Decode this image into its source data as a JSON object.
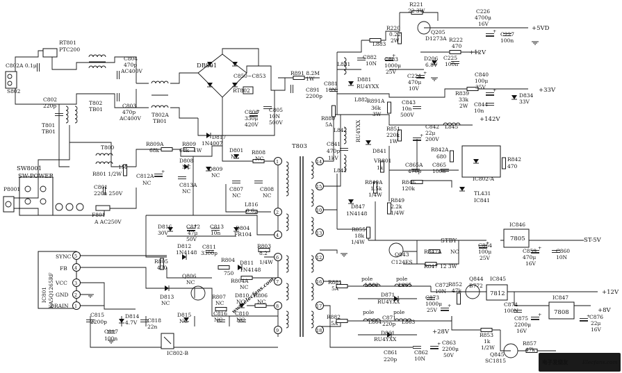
{
  "watermark": "www.elecfans.com",
  "logo": {
    "text": "电子发烧友",
    "sub": "Elecfans.com"
  },
  "colors": {
    "line": "#111111",
    "watermark": "#e2183a",
    "logo_bg": "#1a1a1a"
  },
  "labels": {
    "c802a": "C802A 0.1μ",
    "rt801": "RT801",
    "ptc200": "PTC200",
    "c804": "C804",
    "c804v": "470p",
    "c804r": "AC400V",
    "c803": "C803",
    "c803v": "470p",
    "c803r": "AC400V",
    "t802": "T802",
    "tb01a": "TB01",
    "t802a": "T802A",
    "tb01b": "TB01",
    "db801": "DB801",
    "c850": "C850~C853",
    "r891": "R891 8.2M",
    "r891w": "1W",
    "c891": "C891",
    "c891v": "2200p",
    "rt802": "RT802",
    "c806": "C806",
    "c806v": "330μ",
    "c806r": "420V",
    "c805": "C805",
    "c805v": "10N",
    "c805r": "500V",
    "d817": "D817",
    "d817v": "1N4007",
    "s802": "S802",
    "c802": "C802",
    "c802v": "220p",
    "t801": "T801",
    "tb01c": "TB01",
    "t800": "T800",
    "r809a": "R809A",
    "r809av": "68k",
    "r809": "R809",
    "r809v": "68k",
    "r809w": "1W",
    "d801": "D801",
    "d801v": "NC",
    "r808": "R808",
    "r808v": "NC",
    "d808": "D808",
    "d808v": "NC",
    "d809": "D809",
    "d809v": "NC",
    "sw8001": "SW8001",
    "swpower": "SW-POWER",
    "p8001": "P8001",
    "r801": "R801 1/2W",
    "r801v": "1M",
    "c801": "C801",
    "c801v": "220n 250V",
    "f801": "F801",
    "f801v": "A AC250V",
    "c812a": "C812A",
    "c812av": "NC",
    "c813a": "C813A",
    "c813av": "NC",
    "c807": "C807",
    "c807v": "NC",
    "c808": "C808",
    "c808v": "NC",
    "t803": "T803",
    "l816": "L816",
    "l816v": "0.6μ",
    "d816": "D816",
    "d816v": "30V",
    "c812": "C812",
    "c812v": "47μ",
    "c812r": "50V",
    "c813": "C813",
    "c813v": "10n",
    "d804": "D804",
    "d804v": "FR104",
    "d812": "D812",
    "d812v": "1N4148",
    "c811": "C811",
    "c811v": "3300p",
    "r803": "R803",
    "r803v": "8.2",
    "r803w": "1/4W",
    "r805": "R805",
    "r805v": "470",
    "r804": "R804",
    "r804v": "750",
    "d811": "D811",
    "d811v": "1N4148",
    "r804a": "R804A",
    "r804av": "NC",
    "q806": "Q806",
    "q806v": "NC",
    "d813": "D813",
    "d813v": "NC",
    "r807": "R807",
    "r807v": "NC",
    "d810": "D810",
    "d810v": "NC",
    "r806": "R806",
    "r806v": "NC",
    "d815": "D815",
    "d815v": "NC",
    "c816": "C816",
    "c816v": "NC",
    "c810": "C810",
    "c810v": "NC",
    "ic801": "IC801",
    "ic801p": "KA5Q1265RF",
    "sync": "SYNC",
    "fb": "FB",
    "vcc": "VCC",
    "gnd": "GND",
    "drain": "DRAIN",
    "c815": "C815",
    "c815v": "2200p",
    "d814": "D814",
    "d814v": "4.7V",
    "c818": "C818",
    "c818v": "22n",
    "c817": "C817",
    "c817v": "100n",
    "ic802b": "IC802-B",
    "r221": "R221",
    "r221v": "22 3W",
    "c226": "C226",
    "c226v": "4700μ",
    "c226r": "16V",
    "vd5": "+5VD",
    "r220": "R220",
    "r220v": "0.22",
    "r220w": "2W",
    "q205": "Q205",
    "q205v": "D1273A",
    "r222": "R222",
    "r222v": "470",
    "c227": "C227",
    "c227v": "100n",
    "l883": "L883",
    "c882": "C882",
    "c882v": "10N",
    "c883": "C883",
    "c883v": "1000μ",
    "c883r": "25V",
    "d206": "D206",
    "d206v": "6.8V",
    "v12a": "+12V",
    "c225": "C225",
    "c225v": "100n",
    "l881": "L881",
    "c224": "C224",
    "c224v": "470μ",
    "c224r": "10V",
    "c881": "C881",
    "c881v": "10N",
    "d881": "D881",
    "d881v": "RU4YXX",
    "l882": "L882",
    "r880": "R880",
    "r880v": "5A",
    "c840": "C840",
    "c840v": "100μ",
    "c840r": "35V",
    "v33": "+33V",
    "r839": "R839",
    "r839v": "33k",
    "r839w": "2W",
    "c844": "C844",
    "c844v": "10n",
    "d834": "D834",
    "d834v": "33V",
    "r891a": "R891A",
    "r891av": "36k",
    "r891aw": "3W",
    "c843": "C843",
    "c843v": "10n",
    "c843r": "500V",
    "l845": "L845",
    "v142": "+142V",
    "l842": "L842",
    "r851": "R851",
    "r851v": "220k",
    "r851w": "1W",
    "c842": "C842",
    "c842v": "22μ",
    "c842r": "200V",
    "c841": "C841",
    "c841v": "470p",
    "c841r": "1kV",
    "d841": "D841",
    "d841v": "RU4YXX",
    "r842a": "R842A",
    "r842av": "680",
    "r842": "R842",
    "r842v": "470",
    "l841": "L841",
    "vr801": "VR801",
    "vr801v": "1k",
    "c865a": "C865A",
    "c865av": "470p",
    "c865": "C865",
    "c865v": "100n",
    "ic802a": "IC802-A",
    "r849a": "R849A",
    "r849av": "1.5k",
    "r849aw": "1/4W",
    "r846": "R846",
    "r846v": "120k",
    "tl431": "TL431",
    "ic841": "IC841",
    "d847": "D847",
    "d847v": "1N4148",
    "r849": "R849",
    "r849v": "2.2k",
    "r849w": "1/4W",
    "r855": "R855",
    "r855v": "18k",
    "r855w": "1/4W",
    "stby": "STBY",
    "q843": "Q843",
    "q843v": "C124ES",
    "ic846": "IC846",
    "ic846v": "7805",
    "st5v": "ST-5V",
    "c864": "C864",
    "c864v": "100μ",
    "c864r": "25V",
    "r847a": "R847A",
    "r847av": "NC",
    "c859": "C859",
    "c859v": "470μ",
    "c859r": "16V",
    "c860": "C860",
    "c860v": "10N",
    "r847": "R847",
    "r847v": "12 3W",
    "pole1": "pole",
    "pole2": "pole",
    "r881": "R881",
    "r881v": "5A",
    "l866": "L866",
    "l865": "L865",
    "d871": "D871",
    "d871v": "RU4YXX",
    "c872": "C872",
    "c872v": "10N",
    "r852": "R852",
    "r852v": "47k",
    "q844": "Q844",
    "q844v": "B772",
    "ic845": "IC845",
    "ic845v": "7812",
    "v12b": "+12V",
    "c873": "C873",
    "c873v": "1000μ",
    "c873r": "25V",
    "c874": "C874",
    "c874v": "100N",
    "ic847": "IC847",
    "ic847v": "7808",
    "v8": "+8V",
    "c875": "C875",
    "c875v": "2200μ",
    "c875r": "16V",
    "c876": "C876",
    "c876v": "22μ",
    "c876r": "16V",
    "pole3": "pole",
    "pole4": "pole",
    "r882": "R882",
    "r882v": "5A",
    "l864": "L864",
    "l863": "L863",
    "c871": "C871",
    "c871v": "220p",
    "d861": "D861",
    "d861v": "RU4YXX",
    "v28": "+28V",
    "c862": "C862",
    "c862v": "10N",
    "c863": "C863",
    "c863v": "2200μ",
    "c863r": "50V",
    "c861": "C861",
    "c861v": "220p",
    "r853": "R853",
    "r853v": "1k",
    "r853w": "1/2W",
    "q845": "Q845",
    "q845v": "SC1815",
    "r857": "R857",
    "r857v": "47k",
    "pin1": "1",
    "pin2": "2",
    "pin3": "3",
    "pin4": "4",
    "pin5": "5",
    "pin6": "6",
    "pin7": "7",
    "pin8": "8",
    "pin9": "9",
    "pin10": "10",
    "pin11": "11",
    "pin12": "12",
    "pin13": "13",
    "pin14": "14",
    "pin15": "15",
    "pin16": "16",
    "pin17": "17",
    "pin18": "18",
    "ic5": "5",
    "ic4": "4",
    "ic3": "3",
    "ic2": "2",
    "ic1": "1"
  }
}
